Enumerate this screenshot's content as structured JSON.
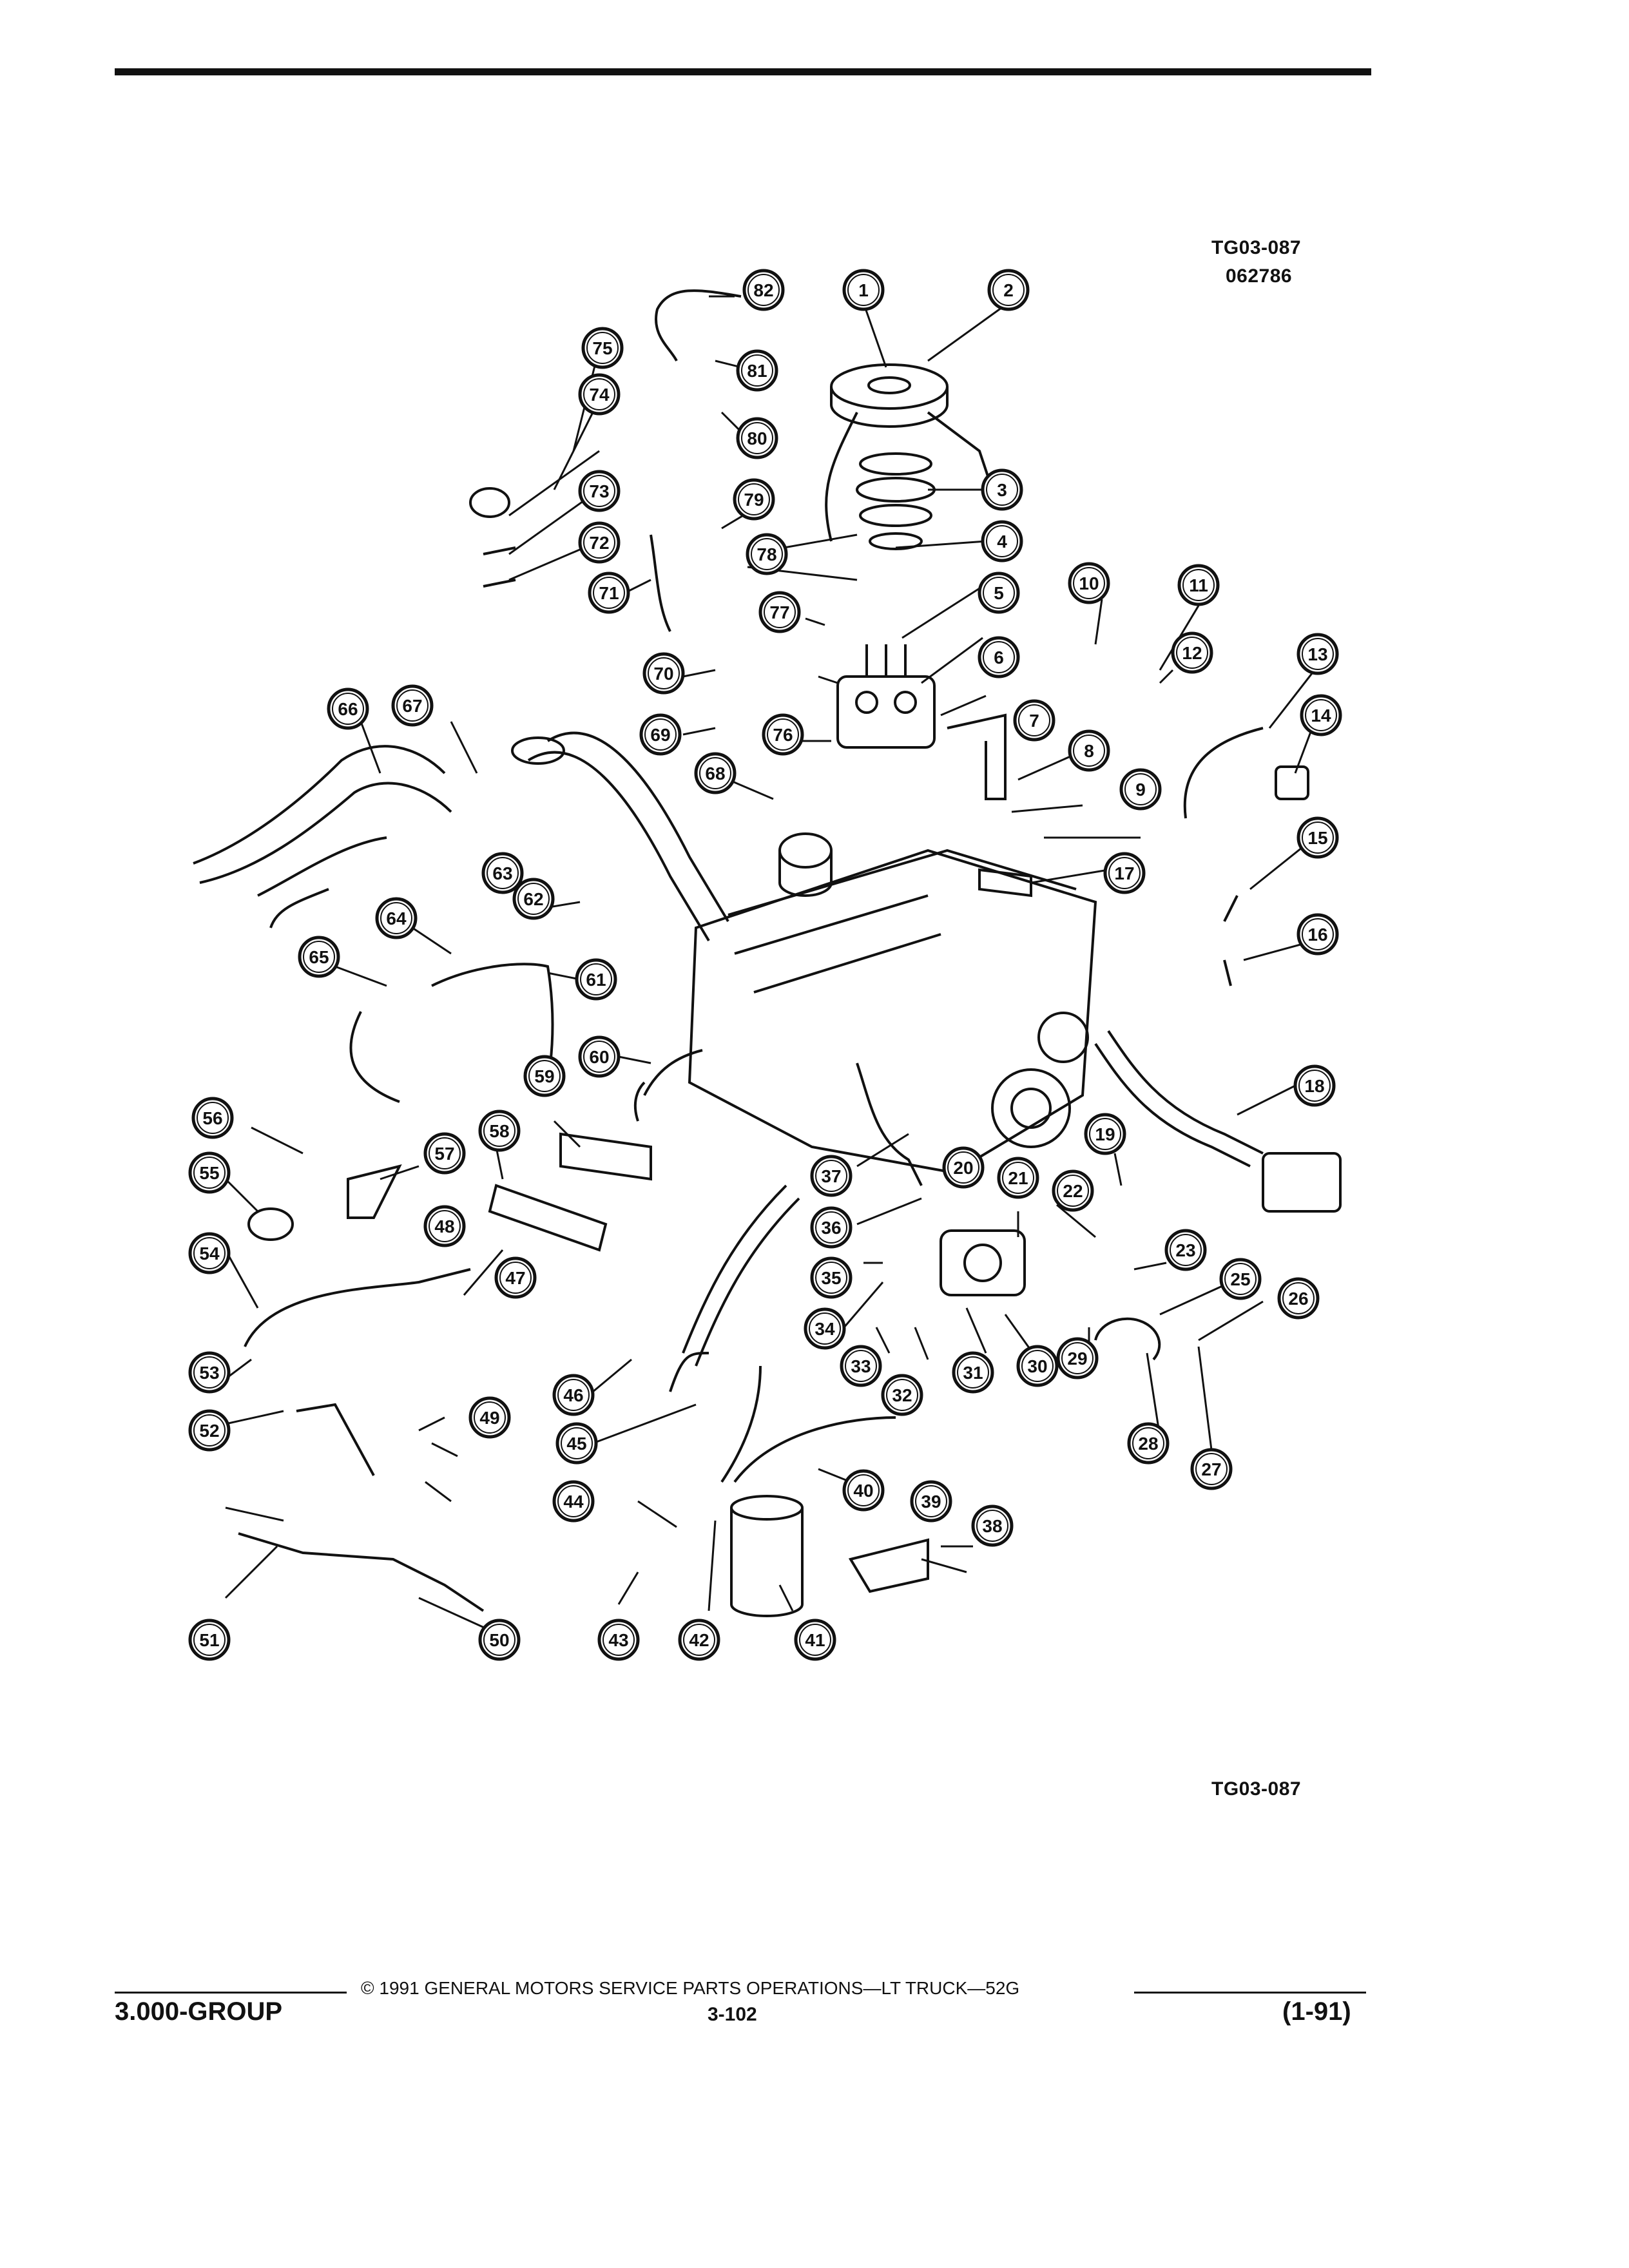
{
  "header": {
    "fig_code": "TG03-087",
    "fig_ref": "062786"
  },
  "figure_code_bottom": "TG03-087",
  "callouts": [
    "1",
    "2",
    "3",
    "4",
    "5",
    "6",
    "7",
    "8",
    "9",
    "10",
    "11",
    "12",
    "13",
    "14",
    "15",
    "16",
    "17",
    "18",
    "19",
    "20",
    "21",
    "22",
    "23",
    "25",
    "26",
    "27",
    "28",
    "29",
    "30",
    "31",
    "32",
    "33",
    "34",
    "35",
    "36",
    "37",
    "38",
    "39",
    "40",
    "41",
    "42",
    "43",
    "44",
    "45",
    "46",
    "47",
    "48",
    "49",
    "50",
    "51",
    "52",
    "53",
    "54",
    "55",
    "56",
    "57",
    "58",
    "59",
    "60",
    "61",
    "62",
    "63",
    "64",
    "65",
    "66",
    "67",
    "68",
    "69",
    "70",
    "71",
    "72",
    "73",
    "74",
    "75",
    "76",
    "77",
    "78",
    "79",
    "80",
    "81",
    "82"
  ],
  "footer": {
    "copyright": "© 1991 GENERAL MOTORS SERVICE PARTS OPERATIONS—LT TRUCK—52G",
    "group": "3.000-GROUP",
    "page": "3-102",
    "revision": "(1-91)"
  }
}
